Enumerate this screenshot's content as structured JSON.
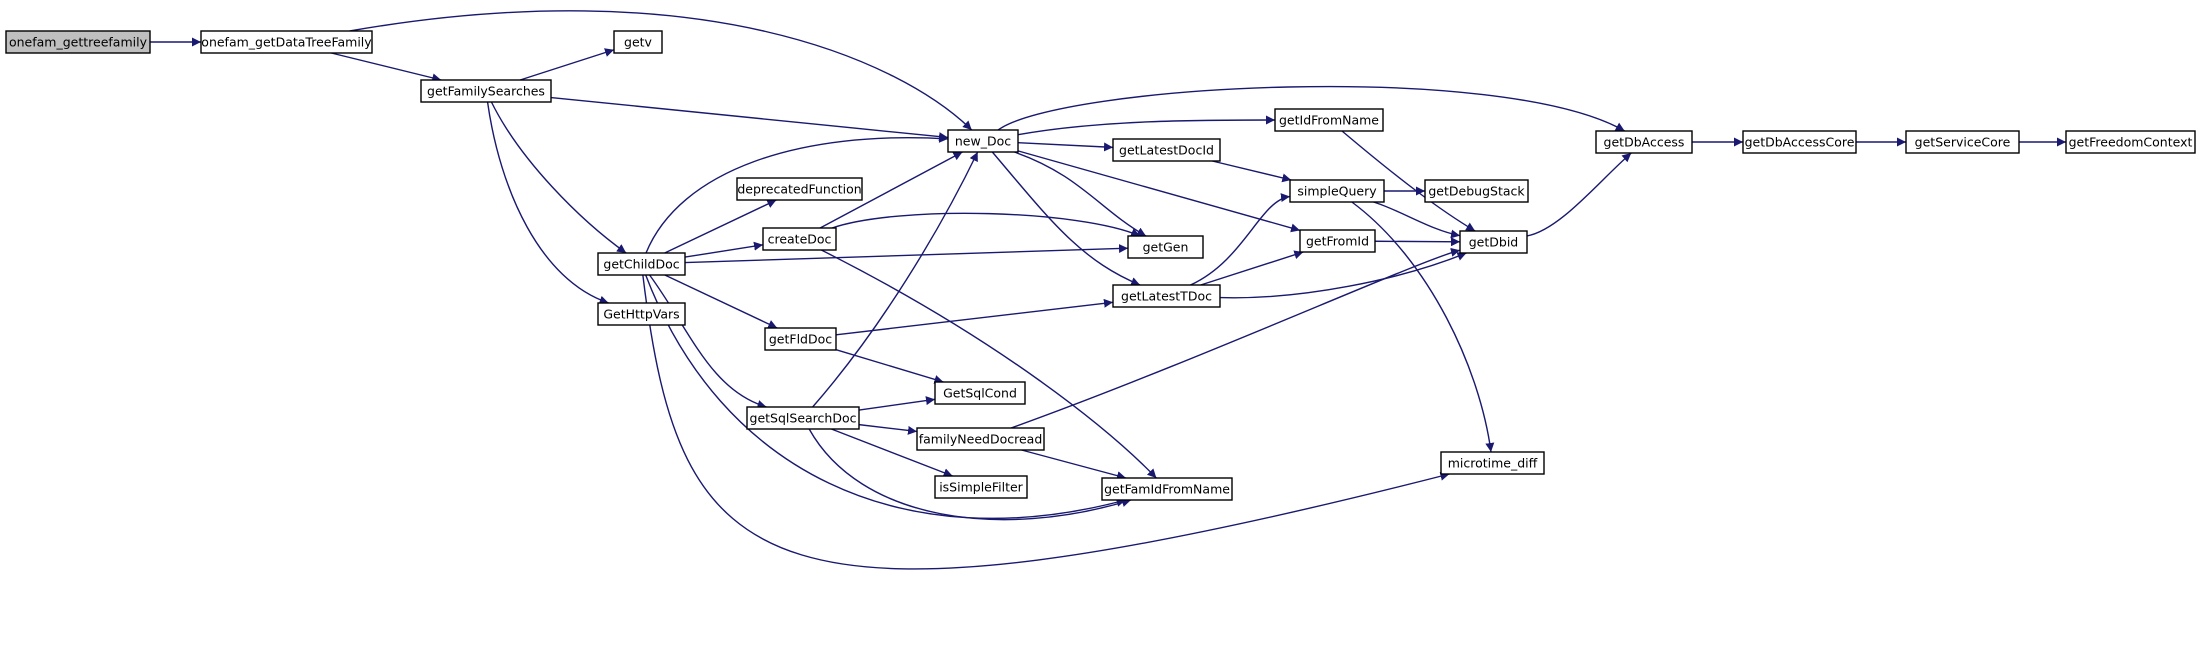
{
  "colors": {
    "edge": "#191970",
    "root_fill": "#bfbfbf",
    "node_fill": "#ffffff",
    "border": "#000000"
  },
  "nodes": [
    {
      "id": "onefam_gettreefamily",
      "label": "onefam_gettreefamily",
      "root": true
    },
    {
      "id": "onefam_getDataTreeFamily",
      "label": "onefam_getDataTreeFamily"
    },
    {
      "id": "getFamilySearches",
      "label": "getFamilySearches"
    },
    {
      "id": "getv",
      "label": "getv"
    },
    {
      "id": "new_Doc",
      "label": "new_Doc"
    },
    {
      "id": "getChildDoc",
      "label": "getChildDoc"
    },
    {
      "id": "GetHttpVars",
      "label": "GetHttpVars"
    },
    {
      "id": "deprecatedFunction",
      "label": "deprecatedFunction"
    },
    {
      "id": "createDoc",
      "label": "createDoc"
    },
    {
      "id": "getFldDoc",
      "label": "getFldDoc"
    },
    {
      "id": "getSqlSearchDoc",
      "label": "getSqlSearchDoc"
    },
    {
      "id": "GetSqlCond",
      "label": "GetSqlCond"
    },
    {
      "id": "familyNeedDocread",
      "label": "familyNeedDocread"
    },
    {
      "id": "isSimpleFilter",
      "label": "isSimpleFilter"
    },
    {
      "id": "getFamIdFromName",
      "label": "getFamIdFromName"
    },
    {
      "id": "getLatestDocId",
      "label": "getLatestDocId"
    },
    {
      "id": "getGen",
      "label": "getGen"
    },
    {
      "id": "getLatestTDoc",
      "label": "getLatestTDoc"
    },
    {
      "id": "getIdFromName",
      "label": "getIdFromName"
    },
    {
      "id": "simpleQuery",
      "label": "simpleQuery"
    },
    {
      "id": "getFromId",
      "label": "getFromId"
    },
    {
      "id": "getDebugStack",
      "label": "getDebugStack"
    },
    {
      "id": "getDbid",
      "label": "getDbid"
    },
    {
      "id": "microtime_diff",
      "label": "microtime_diff"
    },
    {
      "id": "getDbAccess",
      "label": "getDbAccess"
    },
    {
      "id": "getDbAccessCore",
      "label": "getDbAccessCore"
    },
    {
      "id": "getServiceCore",
      "label": "getServiceCore"
    },
    {
      "id": "getFreedomContext",
      "label": "getFreedomContext"
    }
  ],
  "edges": [
    {
      "from": "onefam_gettreefamily",
      "to": "onefam_getDataTreeFamily"
    },
    {
      "from": "onefam_getDataTreeFamily",
      "to": "getFamilySearches"
    },
    {
      "from": "onefam_getDataTreeFamily",
      "to": "new_Doc"
    },
    {
      "from": "getFamilySearches",
      "to": "getv"
    },
    {
      "from": "getFamilySearches",
      "to": "new_Doc"
    },
    {
      "from": "getFamilySearches",
      "to": "getChildDoc"
    },
    {
      "from": "getFamilySearches",
      "to": "GetHttpVars"
    },
    {
      "from": "getChildDoc",
      "to": "new_Doc"
    },
    {
      "from": "getChildDoc",
      "to": "deprecatedFunction"
    },
    {
      "from": "getChildDoc",
      "to": "createDoc"
    },
    {
      "from": "getChildDoc",
      "to": "getGen"
    },
    {
      "from": "getChildDoc",
      "to": "getFldDoc"
    },
    {
      "from": "getChildDoc",
      "to": "getSqlSearchDoc"
    },
    {
      "from": "getChildDoc",
      "to": "getFamIdFromName"
    },
    {
      "from": "getChildDoc",
      "to": "microtime_diff"
    },
    {
      "from": "createDoc",
      "to": "new_Doc"
    },
    {
      "from": "createDoc",
      "to": "getGen"
    },
    {
      "from": "createDoc",
      "to": "getFamIdFromName"
    },
    {
      "from": "getFldDoc",
      "to": "GetSqlCond"
    },
    {
      "from": "getFldDoc",
      "to": "getLatestTDoc"
    },
    {
      "from": "getSqlSearchDoc",
      "to": "new_Doc"
    },
    {
      "from": "getSqlSearchDoc",
      "to": "GetSqlCond"
    },
    {
      "from": "getSqlSearchDoc",
      "to": "familyNeedDocread"
    },
    {
      "from": "getSqlSearchDoc",
      "to": "isSimpleFilter"
    },
    {
      "from": "getSqlSearchDoc",
      "to": "getFamIdFromName"
    },
    {
      "from": "familyNeedDocread",
      "to": "getFamIdFromName"
    },
    {
      "from": "familyNeedDocread",
      "to": "getDbid"
    },
    {
      "from": "new_Doc",
      "to": "getDbAccess"
    },
    {
      "from": "new_Doc",
      "to": "getIdFromName"
    },
    {
      "from": "new_Doc",
      "to": "getLatestDocId"
    },
    {
      "from": "new_Doc",
      "to": "getGen"
    },
    {
      "from": "new_Doc",
      "to": "getFromId"
    },
    {
      "from": "new_Doc",
      "to": "getLatestTDoc"
    },
    {
      "from": "getIdFromName",
      "to": "getDbid"
    },
    {
      "from": "getLatestDocId",
      "to": "simpleQuery"
    },
    {
      "from": "getLatestTDoc",
      "to": "simpleQuery"
    },
    {
      "from": "getLatestTDoc",
      "to": "getFromId"
    },
    {
      "from": "getLatestTDoc",
      "to": "getDbid"
    },
    {
      "from": "getFromId",
      "to": "getDbid"
    },
    {
      "from": "simpleQuery",
      "to": "getDebugStack"
    },
    {
      "from": "simpleQuery",
      "to": "getDbid"
    },
    {
      "from": "simpleQuery",
      "to": "microtime_diff"
    },
    {
      "from": "getDbid",
      "to": "getDbAccess"
    },
    {
      "from": "getDbAccess",
      "to": "getDbAccessCore"
    },
    {
      "from": "getDbAccessCore",
      "to": "getServiceCore"
    },
    {
      "from": "getServiceCore",
      "to": "getFreedomContext"
    }
  ]
}
